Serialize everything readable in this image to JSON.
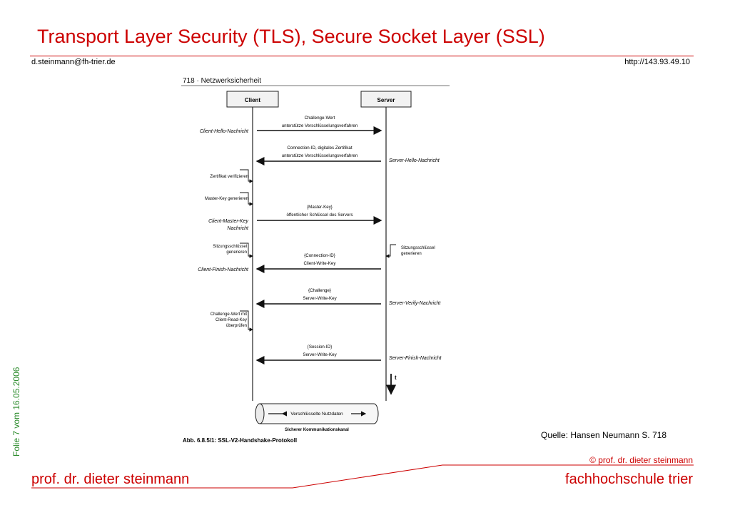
{
  "header": {
    "title": "Transport Layer Security (TLS), Secure Socket Layer (SSL)",
    "email": "d.steinmann@fh-trier.de",
    "url": "http://143.93.49.10"
  },
  "side": {
    "folie": "Folie 7 vom 16.05.2006"
  },
  "figure": {
    "page_header": "718 · Netzwerksicherheit",
    "client_box": "Client",
    "server_box": "Server",
    "messages": {
      "m1_line1": "Challenge-Wert",
      "m1_line2": "unterstütze Verschlüsselungsverfahren",
      "m1_label": "Client-Hello-Nachricht",
      "m2_line1": "Connection-ID, digitales Zertifikat",
      "m2_line2": "unterstütze Verschlüsselungsverfahren",
      "m2_label": "Server-Hello-Nachricht",
      "step_cert": "Zertifikat verifizieren",
      "step_master": "Master-Key generieren",
      "m3_line1": "{Master-Key}",
      "m3_line2": "öffentlicher Schlüssel des Servers",
      "m3_label_1": "Client-Master-Key",
      "m3_label_2": "Nachricht",
      "step_session_c1": "Sitzungsschlüssel",
      "step_session_c2": "generieren",
      "step_session_s1": "Sitzungsschlüssel",
      "step_session_s2": "generieren",
      "m4_line1": "{Connection-ID}",
      "m4_line2": "Client-Write-Key",
      "m4_label": "Client-Finish-Nachricht",
      "m5_line1": "{Challenge}",
      "m5_line2": "Server-Write-Key",
      "m5_label": "Server-Verify-Nachricht",
      "step_check_1": "Challenge-Wert mit",
      "step_check_2": "Client-Read-Key",
      "step_check_3": "überprüfen",
      "m6_line1": "{Session-ID}",
      "m6_line2": "Server-Write-Key",
      "m6_label": "Server-Finish-Nachricht",
      "time_label": "t",
      "channel_text": "Verschlüsselte Nutzdaten",
      "channel_label": "Sicherer Kommunikationskanal"
    },
    "caption": "Abb. 6.8.5/1: SSL-V2-Handshake-Protokoll"
  },
  "source": "Quelle: Hansen Neumann S. 718",
  "footer": {
    "copyright": "© prof. dr. dieter steinmann",
    "left": "prof. dr. dieter steinmann",
    "right": "fachhochschule trier"
  },
  "colors": {
    "accent": "#cc0000",
    "side_text": "#2a8a2a"
  }
}
